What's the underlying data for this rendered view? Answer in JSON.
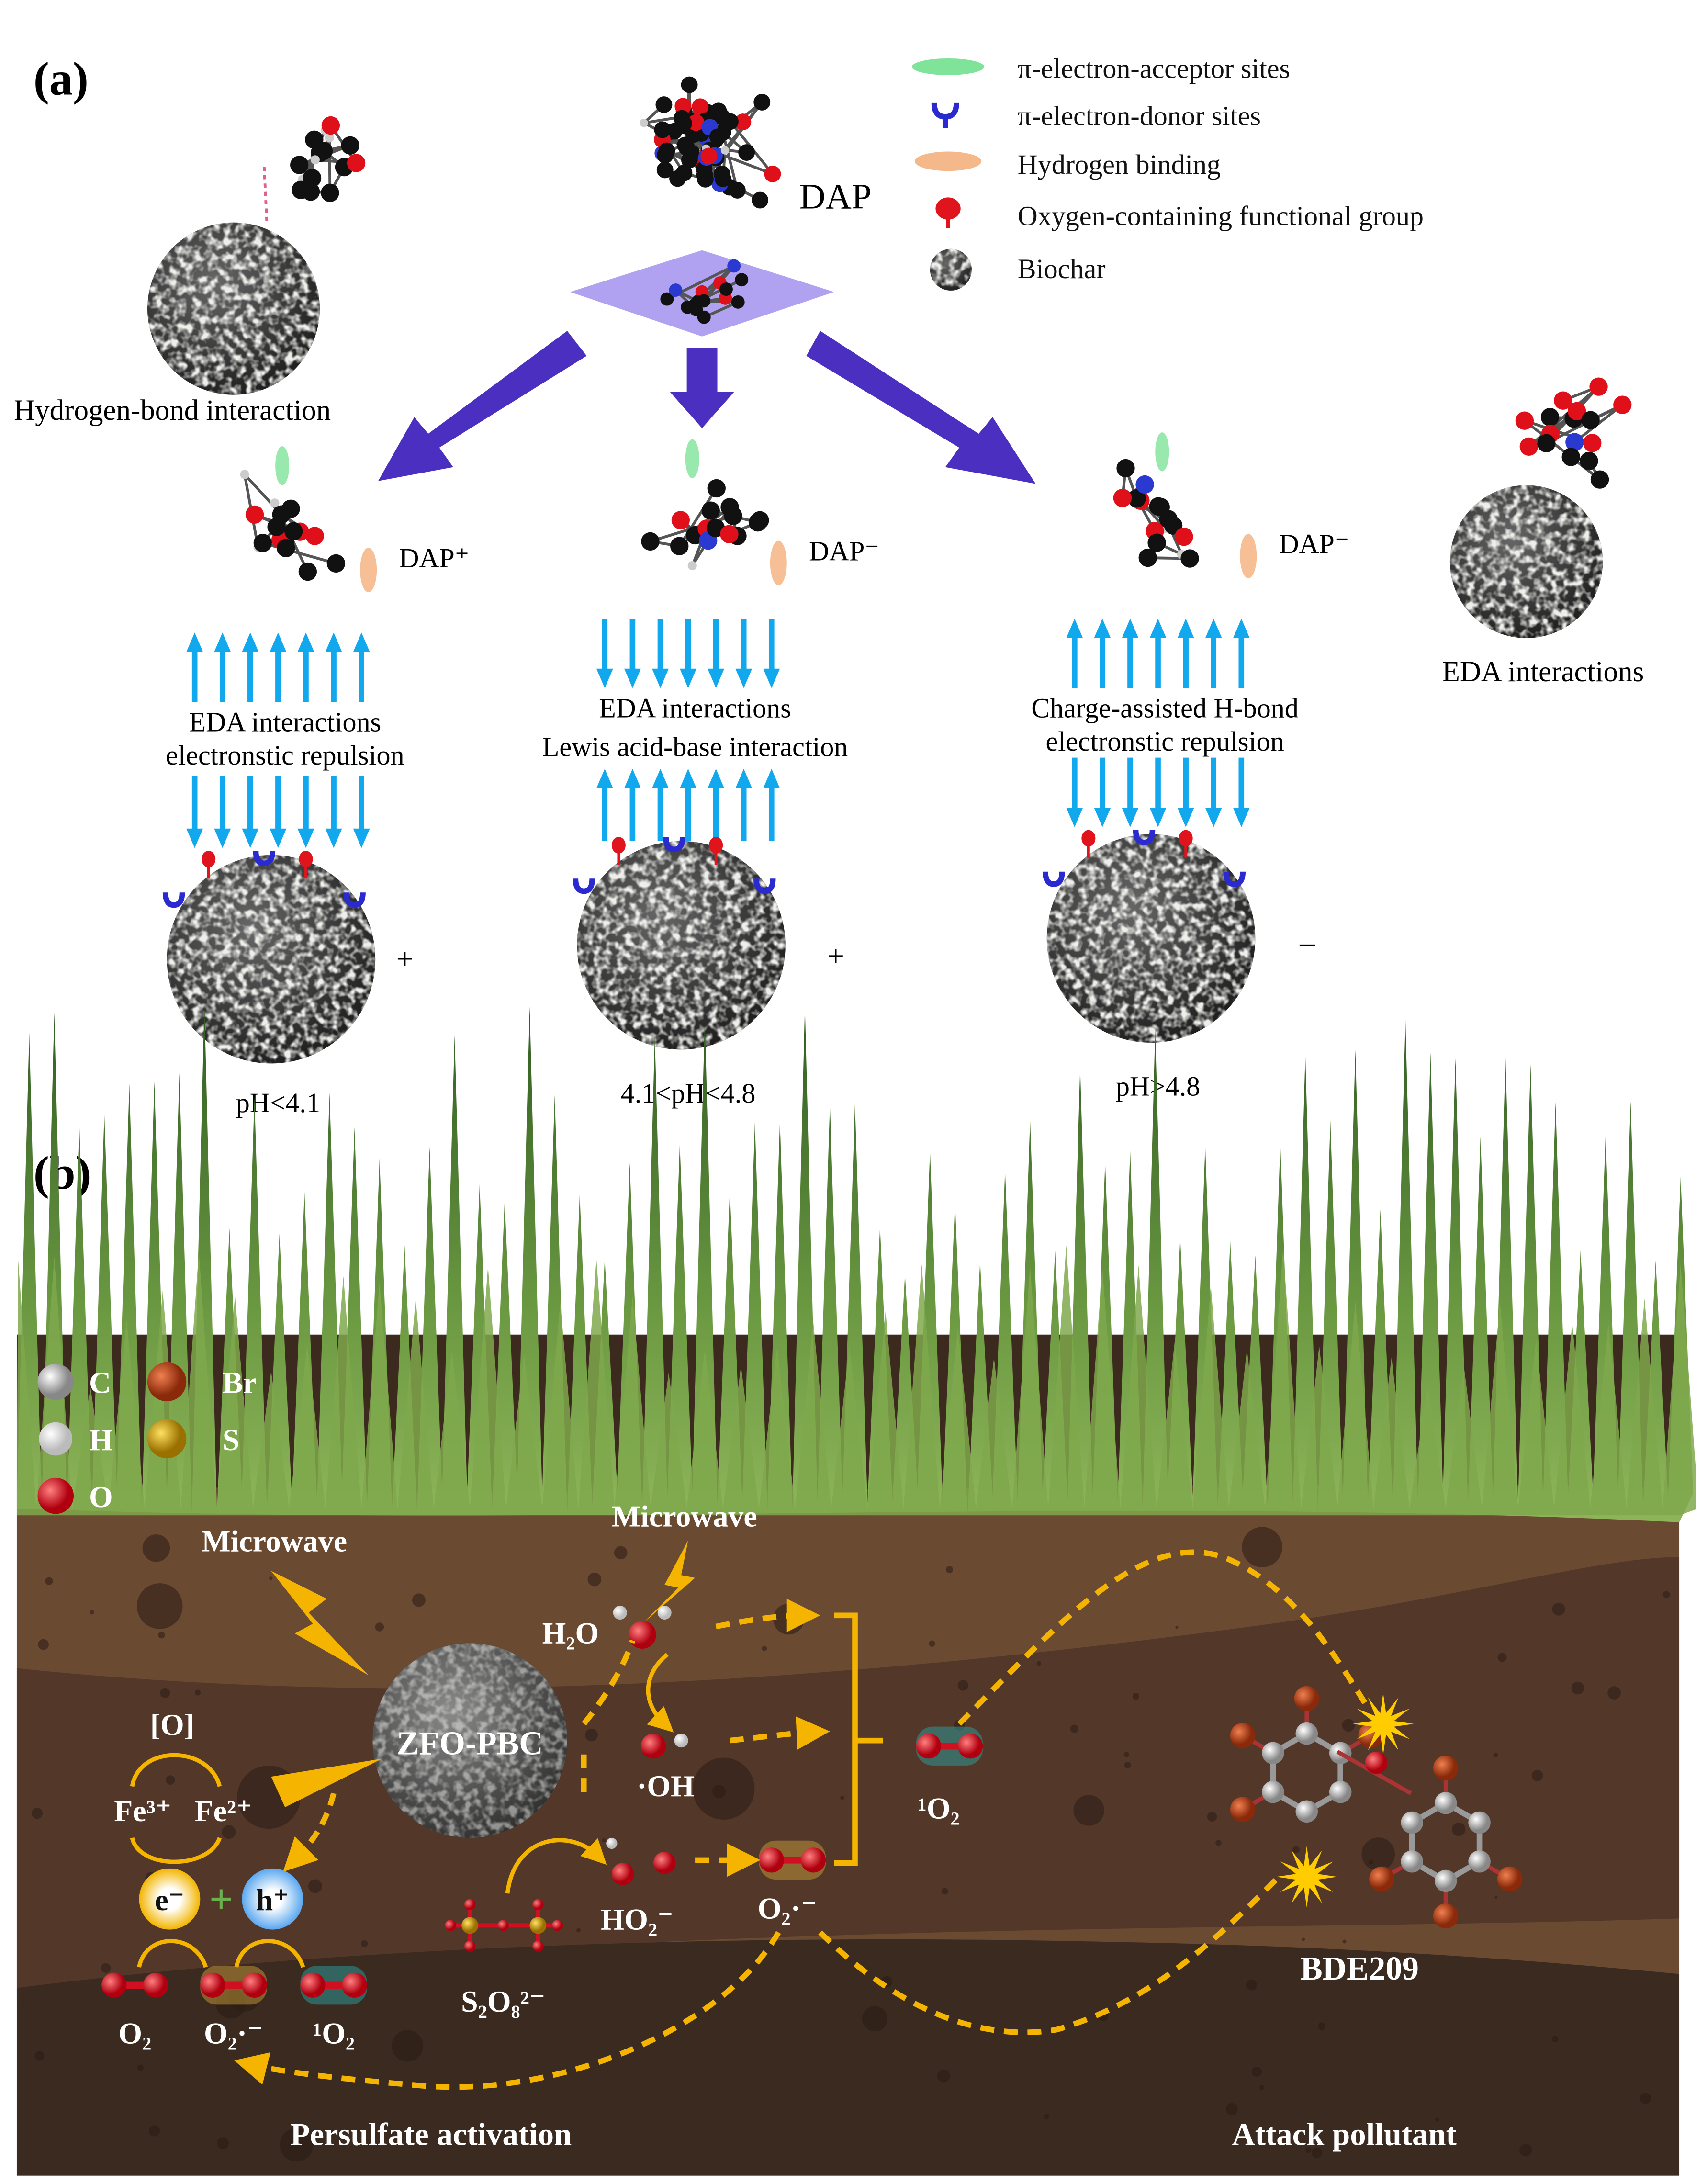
{
  "panel_a": {
    "label": "(a)",
    "molecule_label": "DAP",
    "legend": [
      {
        "icon": "pi-acceptor-icon",
        "color": "#7fe39a",
        "text": "π-electron-acceptor sites"
      },
      {
        "icon": "pi-donor-icon",
        "color": "#2a2ad0",
        "text": "π-electron-donor sites"
      },
      {
        "icon": "hydrogen-binding-icon",
        "color": "#f5b88a",
        "text": "Hydrogen binding"
      },
      {
        "icon": "oxygen-group-icon",
        "color": "#e0141c",
        "text": "Oxygen-containing functional group"
      },
      {
        "icon": "biochar-icon",
        "color": "#555555",
        "text": "Biochar"
      }
    ],
    "hydrogen_bond_label": "Hydrogen-bond interaction",
    "eda_right_label": "EDA interactions",
    "arrow_color": "#4a2fc0",
    "force_arrow_color": "#12a8ee",
    "columns": [
      {
        "species": "DAP⁺",
        "line1": "EDA interactions",
        "line2": "electronstic repulsion",
        "charge": "+",
        "ph": "pH<4.1",
        "top": "up",
        "bottom": "down"
      },
      {
        "species": "DAP⁻",
        "line1": "EDA interactions",
        "line2": "Lewis acid-base interaction",
        "charge": "+",
        "ph": "4.1<pH<4.8",
        "top": "down",
        "bottom": "up"
      },
      {
        "species": "DAP⁻",
        "line1": "Charge-assisted H-bond",
        "line2": "electronstic repulsion",
        "charge": "–",
        "ph": "pH>4.8",
        "top": "up",
        "bottom": "down"
      }
    ]
  },
  "panel_b": {
    "label": "(b)",
    "atom_legend": [
      {
        "symbol": "C",
        "color": "#b0b0b0"
      },
      {
        "symbol": "Br",
        "color": "#c0461e"
      },
      {
        "symbol": "H",
        "color": "#ffffff"
      },
      {
        "symbol": "S",
        "color": "#d9a400"
      },
      {
        "symbol": "O",
        "color": "#e0101a"
      }
    ],
    "microwave_left": "Microwave",
    "microwave_right": "Microwave",
    "catalyst": "ZFO-PBC",
    "oxygen_bracket": "[O]",
    "fe3": "Fe³⁺",
    "fe2": "Fe²⁺",
    "electron": "e⁻",
    "hole": "h⁺",
    "plus": "+",
    "o2_row": [
      "O₂",
      "O₂·⁻",
      "¹O₂"
    ],
    "persulfate": "S₂O₈²⁻",
    "h2o": "H₂O",
    "oh": "·OH",
    "ho2": "HO₂⁻",
    "superoxide": "O₂·⁻",
    "singlet_oxygen": "¹O₂",
    "pollutant": "BDE209",
    "footer_left": "Persulfate activation",
    "footer_right": "Attack pollutant",
    "accent": "#f5b400",
    "grass_color": "#5e8f3a",
    "soil_color": "#5a3a25"
  }
}
